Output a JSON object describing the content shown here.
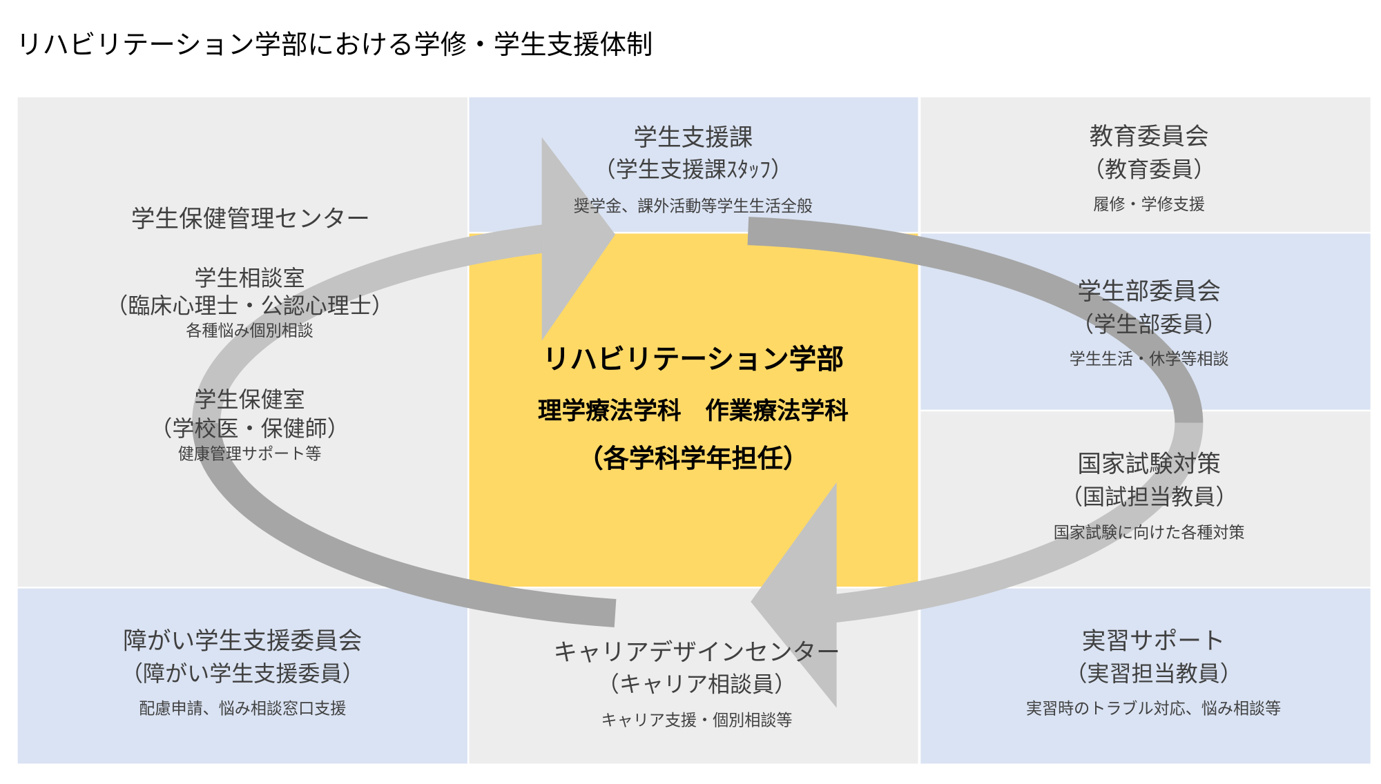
{
  "title": "リハビリテーション学部における学修・学生支援体制",
  "center": {
    "name": "リハビリテーション学部",
    "departments": "理学療法学科　作業療法学科",
    "role": "（各学科学年担任）"
  },
  "health_center": {
    "title": "学生保健管理センター",
    "counseling": {
      "name": "学生相談室",
      "staff": "（臨床心理士・公認心理士）",
      "desc": "各種悩み個別相談"
    },
    "health_room": {
      "name": "学生保健室",
      "staff": "（学校医・保健師）",
      "desc": "健康管理サポート等"
    }
  },
  "student_support": {
    "name": "学生支援課",
    "staff": "（学生支援課ｽﾀｯﾌ）",
    "desc": "奨学金、課外活動等学生生活全般"
  },
  "education_committee": {
    "name": "教育委員会",
    "staff": "（教育委員）",
    "desc": "履修・学修支援"
  },
  "student_committee": {
    "name": "学生部委員会",
    "staff": "（学生部委員）",
    "desc": "学生生活・休学等相談"
  },
  "national_exam": {
    "name": "国家試験対策",
    "staff": "（国試担当教員）",
    "desc": "国家試験に向けた各種対策"
  },
  "practicum": {
    "name": "実習サポート",
    "staff": "（実習担当教員）",
    "desc": "実習時のトラブル対応、悩み相談等"
  },
  "career": {
    "name": "キャリアデザインセンター",
    "staff": "（キャリア相談員）",
    "desc": "キャリア支援・個別相談等"
  },
  "disability": {
    "name": "障がい学生支援委員会",
    "staff": "（障がい学生支援委員）",
    "desc": "配慮申請、悩み相談窓口支援"
  },
  "colors": {
    "gray": "#ededed",
    "blue": "#dae3f3",
    "yellow": "#ffd966",
    "arrow_light": "#c3c3c3",
    "arrow_dark": "#a6a6a6"
  }
}
